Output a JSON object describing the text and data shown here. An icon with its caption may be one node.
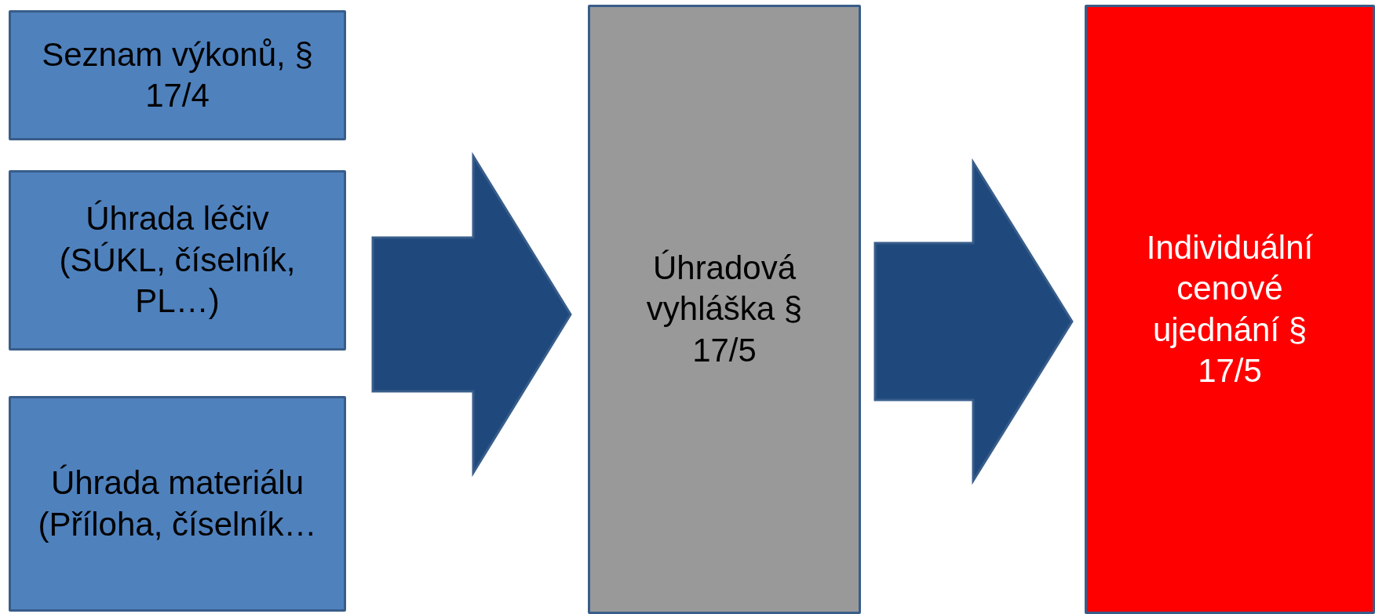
{
  "diagram": {
    "nodes": [
      {
        "text": [
          "Seznam výkonů, § 17/4"
        ]
      },
      {
        "text": [
          "Úhrada léčiv (SÚKL, číselník, PL…)"
        ]
      },
      {
        "text": [
          "Úhrada materiálu (Příloha, číselník…"
        ]
      },
      {
        "text": [
          "Úhradová vyhláška § 17/5"
        ]
      },
      {
        "text": [
          "Individuální cenové ujednání § 17/5"
        ]
      }
    ],
    "edges": [
      {
        "from": 0,
        "to": 3,
        "arrow": "to"
      },
      {
        "from": 1,
        "to": 3,
        "arrow": "to"
      },
      {
        "from": 2,
        "to": 3,
        "arrow": "to"
      },
      {
        "from": 3,
        "to": 4,
        "arrow": "to"
      }
    ]
  }
}
